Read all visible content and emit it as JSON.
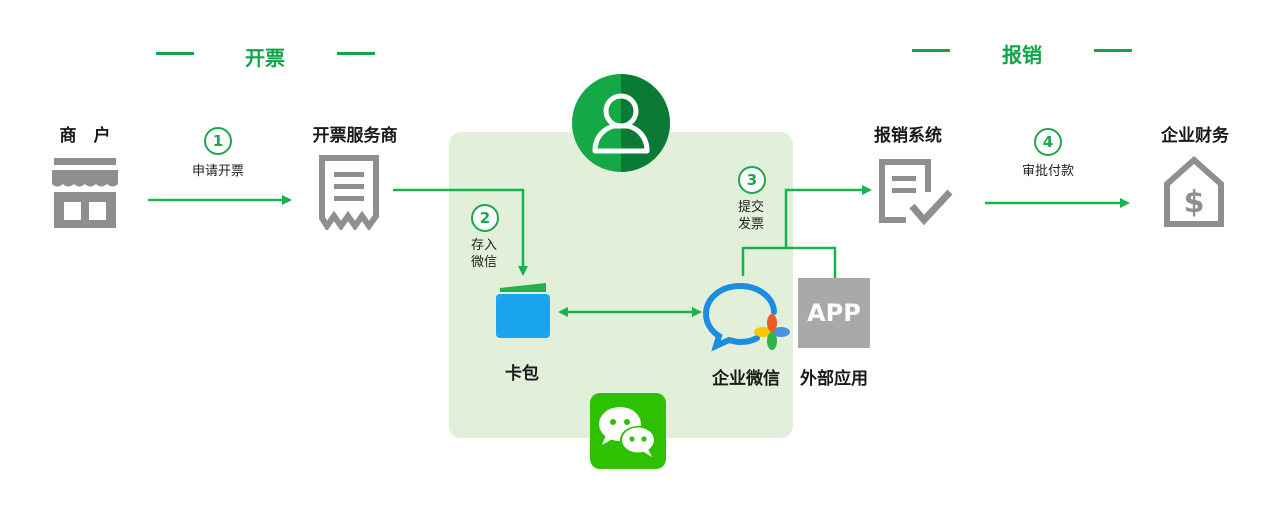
{
  "sections": {
    "issue": "开票",
    "reimburse": "报销"
  },
  "nodes": {
    "merchant": "商　户",
    "invoice_provider": "开票服务商",
    "card_bag": "卡包",
    "wework": "企业微信",
    "external_app": "外部应用",
    "app_box": "APP",
    "reimburse_system": "报销系统",
    "finance": "企业财务"
  },
  "steps": [
    {
      "num": "1",
      "label": "申请开票"
    },
    {
      "num": "2",
      "label_l1": "存入",
      "label_l2": "微信"
    },
    {
      "num": "3",
      "label_l1": "提交",
      "label_l2": "发票"
    },
    {
      "num": "4",
      "label": "审批付款"
    }
  ],
  "colors": {
    "accent": "#12a44a",
    "arrow": "#1bb24e",
    "panel": "#e2efd9",
    "icon_gray": "#8f8f8f",
    "wechat_green": "#2dc100"
  }
}
